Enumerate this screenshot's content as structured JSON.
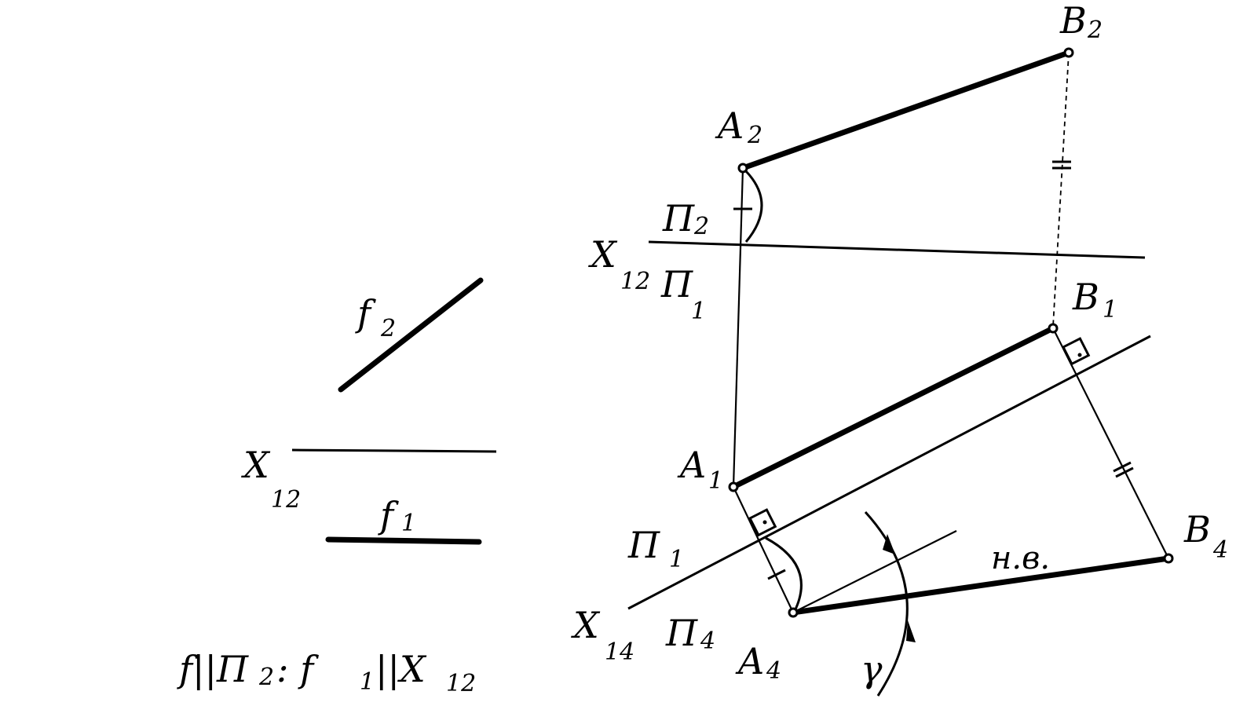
{
  "left_diagram": {
    "f2_label": "f",
    "f2_sub": "2",
    "x12_label": "X",
    "x12_sub": "12",
    "f1_label": "f",
    "f1_sub": "1",
    "formula": "f||Π",
    "formula_sub1": "2",
    "formula_mid": " : f",
    "formula_sub2": "1",
    "formula_mid2": "||X",
    "formula_sub3": "12"
  },
  "right_diagram": {
    "B2": "B",
    "B2_sub": "2",
    "A2": "A",
    "A2_sub": "2",
    "P2": "Π",
    "P2_sub": "2",
    "X12": "X",
    "X12_sub": "12",
    "P1_top": "Π",
    "P1_top_sub": "1",
    "B1": "B",
    "B1_sub": "1",
    "A1": "A",
    "A1_sub": "1",
    "P1_bottom": "Π",
    "P1_bottom_sub": "1",
    "X14": "X",
    "X14_sub": "14",
    "P4": "Π",
    "P4_sub": "4",
    "A4": "A",
    "A4_sub": "4",
    "B4": "B",
    "B4_sub": "4",
    "true_length": "н.в.",
    "angle": "γ"
  }
}
